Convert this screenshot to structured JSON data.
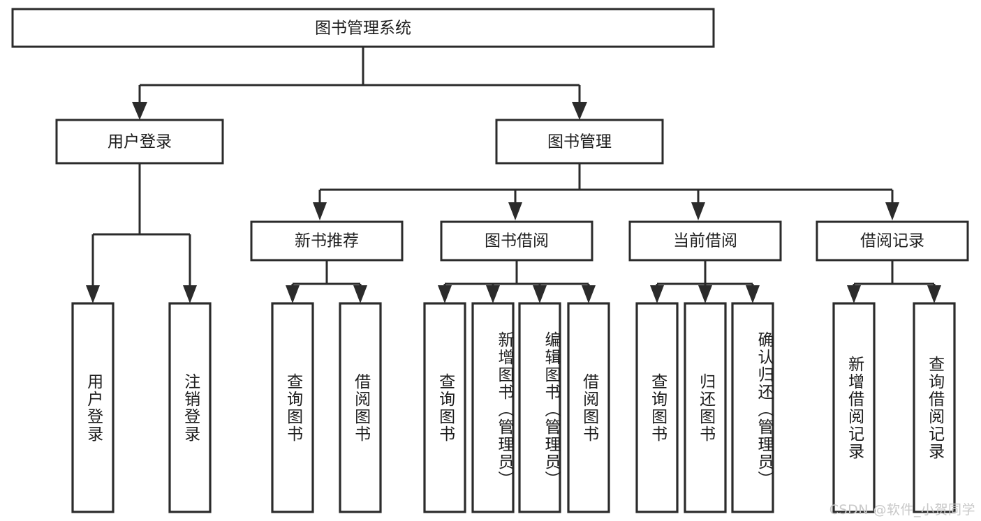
{
  "diagram": {
    "type": "tree-hierarchy",
    "title": "图书管理系统功能结构图",
    "background_color": "#ffffff",
    "line_color": "#2b2b2b",
    "text_color": "#1d1d1d",
    "root": {
      "label": "图书管理系统",
      "orientation": "horizontal"
    },
    "level2": [
      {
        "label": "用户登录",
        "orientation": "horizontal"
      },
      {
        "label": "图书管理",
        "orientation": "horizontal"
      }
    ],
    "level3": [
      {
        "label": "新书推荐",
        "orientation": "horizontal",
        "parent": "图书管理"
      },
      {
        "label": "图书借阅",
        "orientation": "horizontal",
        "parent": "图书管理"
      },
      {
        "label": "当前借阅",
        "orientation": "horizontal",
        "parent": "图书管理"
      },
      {
        "label": "借阅记录",
        "orientation": "horizontal",
        "parent": "图书管理"
      }
    ],
    "leaves": [
      {
        "label": "用户登录",
        "parent": "用户登录",
        "orientation": "vertical"
      },
      {
        "label": "注销登录",
        "parent": "用户登录",
        "orientation": "vertical"
      },
      {
        "label": "查询图书",
        "parent": "新书推荐",
        "orientation": "vertical"
      },
      {
        "label": "借阅图书",
        "parent": "新书推荐",
        "orientation": "vertical"
      },
      {
        "label": "查询图书",
        "parent": "图书借阅",
        "orientation": "vertical"
      },
      {
        "label": "新增图书（管理员）",
        "parent": "图书借阅",
        "orientation": "vertical"
      },
      {
        "label": "编辑图书（管理员）",
        "parent": "图书借阅",
        "orientation": "vertical"
      },
      {
        "label": "借阅图书",
        "parent": "图书借阅",
        "orientation": "vertical"
      },
      {
        "label": "查询图书",
        "parent": "当前借阅",
        "orientation": "vertical"
      },
      {
        "label": "归还图书",
        "parent": "当前借阅",
        "orientation": "vertical"
      },
      {
        "label": "确认归还（管理员）",
        "parent": "当前借阅",
        "orientation": "vertical"
      },
      {
        "label": "新增借阅记录",
        "parent": "借阅记录",
        "orientation": "vertical"
      },
      {
        "label": "查询借阅记录",
        "parent": "借阅记录",
        "orientation": "vertical"
      }
    ]
  },
  "watermark": {
    "text": "CSDN @软件_小贺同学"
  }
}
